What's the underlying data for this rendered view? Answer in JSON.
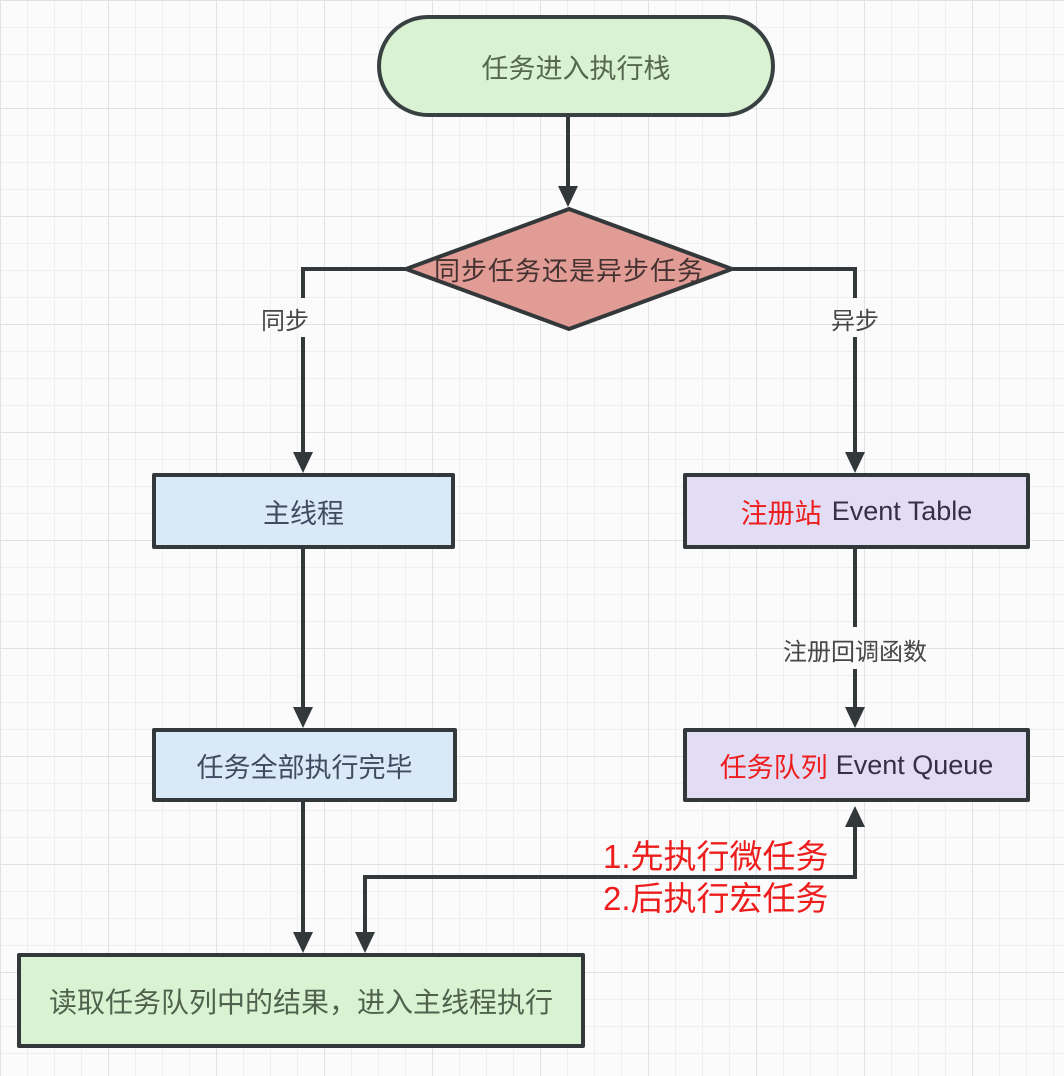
{
  "nodes": {
    "start": {
      "label": "任务进入执行栈"
    },
    "decision": {
      "label": "同步任务还是异步任务"
    },
    "main_thread": {
      "label": "主线程"
    },
    "event_table": {
      "label_red": "注册站",
      "label_main": "Event Table"
    },
    "tasks_complete": {
      "label": "任务全部执行完毕"
    },
    "event_queue": {
      "label_red": "任务队列",
      "label_main": "Event Queue"
    },
    "result": {
      "label": "读取任务队列中的结果，进入主线程执行"
    }
  },
  "edge_labels": {
    "sync": "同步",
    "async": "异步",
    "register_callback": "注册回调函数"
  },
  "annotations": {
    "micro_first": "1.先执行微任务",
    "macro_second": "2.后执行宏任务"
  },
  "colors": {
    "start_fill": "#d9f3d2",
    "decision_fill": "#e29c96",
    "sync_process_fill": "#d9e9f8",
    "async_process_fill": "#e2dcf4",
    "result_fill": "#d9f3d2",
    "connector": "#33383b",
    "highlight_red": "#ee1d1d"
  }
}
